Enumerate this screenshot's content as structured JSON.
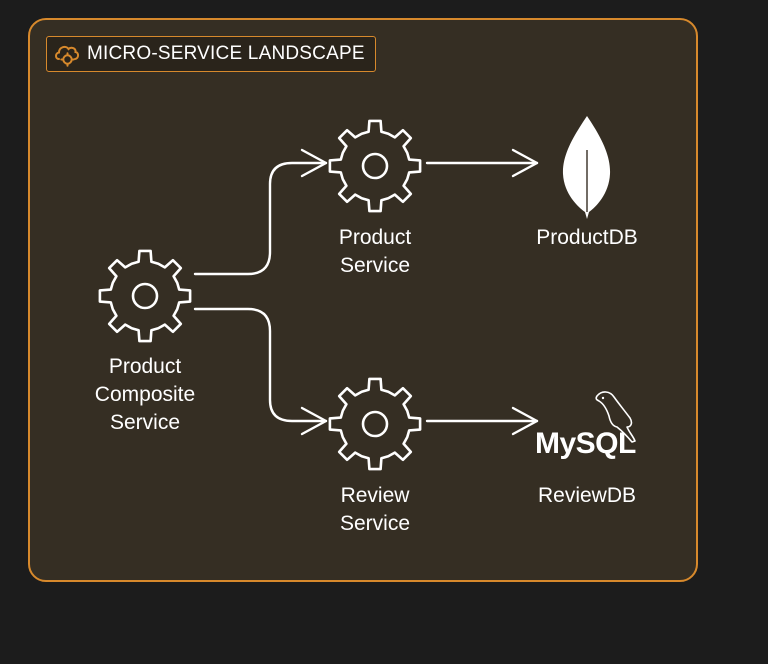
{
  "panel": {
    "title": "MICRO-SERVICE LANDSCAPE",
    "title_icon": "cloud-gear-icon"
  },
  "nodes": {
    "composite": {
      "label": "Product\nComposite\nService",
      "icon": "gear-icon"
    },
    "product_service": {
      "label": "Product\nService",
      "icon": "gear-icon"
    },
    "review_service": {
      "label": "Review\nService",
      "icon": "gear-icon"
    },
    "product_db": {
      "label": "ProductDB",
      "icon": "mongodb-leaf-icon"
    },
    "review_db": {
      "label": "ReviewDB",
      "icon": "mysql-logo-icon",
      "logo_text": "MySQL"
    }
  },
  "edges": [
    {
      "from": "Product Composite Service",
      "to": "Product Service"
    },
    {
      "from": "Product Composite Service",
      "to": "Review Service"
    },
    {
      "from": "Product Service",
      "to": "ProductDB"
    },
    {
      "from": "Review Service",
      "to": "ReviewDB"
    }
  ],
  "colors": {
    "background": "#1c1c1c",
    "panel_fill": "#352e23",
    "panel_border": "#d7892c",
    "foreground": "#ffffff"
  }
}
